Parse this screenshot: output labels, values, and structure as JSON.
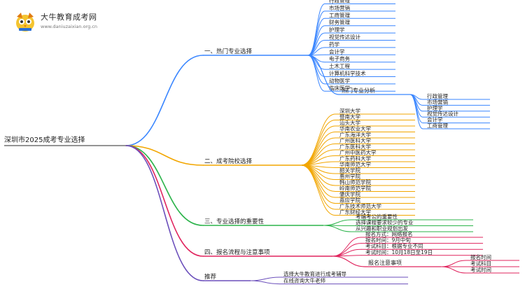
{
  "logo": {
    "title": "大牛教育成考网",
    "url": "www.daniuzaixian.org.cn"
  },
  "root": {
    "label": "深圳市2025成考专业选择"
  },
  "branches": [
    {
      "key": "b1",
      "label": "一、热门专业选择",
      "color": "#3a86ff",
      "items": [
        "行政管理",
        "市场营销",
        "工商管理",
        "财务管理",
        "护理学",
        "视觉传达设计",
        "药学",
        "会计学",
        "电子商务",
        "土木工程",
        "计算机科学技术",
        "动物医学",
        "临床医学"
      ],
      "sub": {
        "label": "热门专业分析",
        "items": [
          "行政管理",
          "市场营销",
          "护理学",
          "视觉传达设计",
          "会计学",
          "工商管理"
        ]
      }
    },
    {
      "key": "b2",
      "label": "二、成考院校选择",
      "color": "#f2a600",
      "items": [
        "深圳大学",
        "暨南大学",
        "汕头大学",
        "华南农业大学",
        "广东海洋大学",
        "广州医科大学",
        "广东医科大学",
        "广州中医药大学",
        "广东药科大学",
        "华南师范大学",
        "韶关学院",
        "惠州学院",
        "韩山师范学院",
        "岭南师范学院",
        "肇庆学院",
        "嘉应学院",
        "广东技术师范大学",
        "广东财经大学"
      ]
    },
    {
      "key": "b3",
      "label": "三、专业选择的重要性",
      "color": "#2bb34a",
      "items": [
        "考编考公的重要性",
        "选择课程要求较少的专业",
        "从兴趣和职业规划出发"
      ]
    },
    {
      "key": "b4",
      "label": "四、报名流程与注意事项",
      "color": "#e0245e",
      "items": [
        "报名方式：网络报名",
        "报名时间：9月中旬",
        "考试科目：根据专业不同",
        "考试时间：10月18日至19日"
      ],
      "sub": {
        "label": "报名注意事项",
        "items": [
          "报名时间",
          "考试科目",
          "考试时间"
        ]
      }
    },
    {
      "key": "b5",
      "label": "推荐",
      "color": "#6b4fbb",
      "items": [
        "选择大牛教育进行成考辅导",
        "在线咨询大牛老师"
      ]
    }
  ]
}
